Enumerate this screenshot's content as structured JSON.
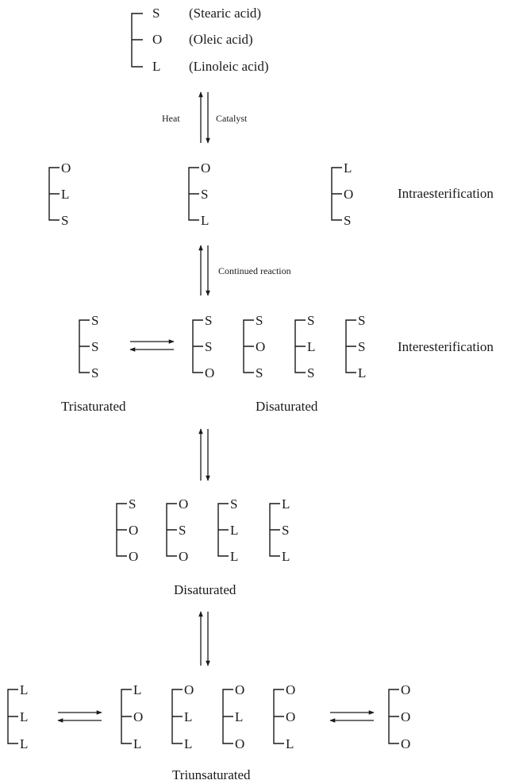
{
  "legend": [
    {
      "letter": "S",
      "name": "(Stearic acid)"
    },
    {
      "letter": "O",
      "name": "(Oleic acid)"
    },
    {
      "letter": "L",
      "name": "(Linoleic acid)"
    }
  ],
  "arrow_labels": {
    "heat": "Heat",
    "catalyst": "Catalyst",
    "continued": "Continued reaction"
  },
  "section_labels": {
    "intra": "Intraesterification",
    "inter": "Interesterification"
  },
  "group_labels": {
    "trisaturated": "Trisaturated",
    "disaturated_1": "Disaturated",
    "disaturated_2": "Disaturated",
    "triunsaturated": "Triunsaturated"
  },
  "rows": {
    "intra": [
      [
        "O",
        "L",
        "S"
      ],
      [
        "O",
        "S",
        "L"
      ],
      [
        "L",
        "O",
        "S"
      ]
    ],
    "inter_tri": [
      [
        "S",
        "S",
        "S"
      ]
    ],
    "inter_di": [
      [
        "S",
        "S",
        "O"
      ],
      [
        "S",
        "O",
        "S"
      ],
      [
        "S",
        "L",
        "S"
      ],
      [
        "S",
        "S",
        "L"
      ]
    ],
    "mono": [
      [
        "S",
        "O",
        "O"
      ],
      [
        "O",
        "S",
        "O"
      ],
      [
        "S",
        "L",
        "L"
      ],
      [
        "L",
        "S",
        "L"
      ]
    ],
    "tri_left": [
      [
        "L",
        "L",
        "L"
      ]
    ],
    "tri_mid": [
      [
        "L",
        "O",
        "L"
      ],
      [
        "O",
        "L",
        "L"
      ],
      [
        "O",
        "L",
        "O"
      ],
      [
        "O",
        "O",
        "L"
      ]
    ],
    "tri_right": [
      [
        "O",
        "O",
        "O"
      ]
    ]
  }
}
